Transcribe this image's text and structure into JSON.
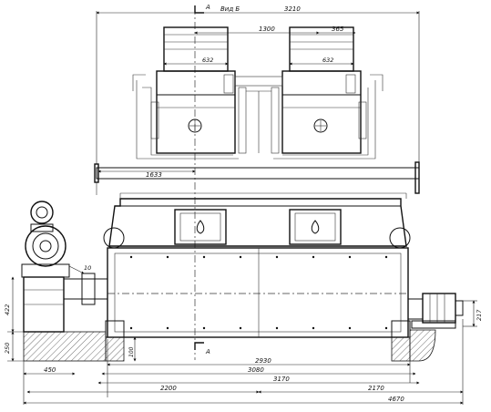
{
  "view_label": "Вид Б",
  "section_mark": "А",
  "dimensions": {
    "overall_top": "3210",
    "burner_spacing": "1300",
    "right_offset": "365",
    "burner_width_left": "632",
    "burner_width_right": "632",
    "pipe_length": "1633",
    "motor_offset": "10",
    "motor_height": "422",
    "foundation_height": "250",
    "drive_height": "217",
    "small_height": "100",
    "foot_width": "450",
    "base_2930": "2930",
    "base_3080": "3080",
    "base_3170": "3170",
    "base_2200": "2200",
    "base_2170": "2170",
    "overall_bottom": "4670"
  }
}
